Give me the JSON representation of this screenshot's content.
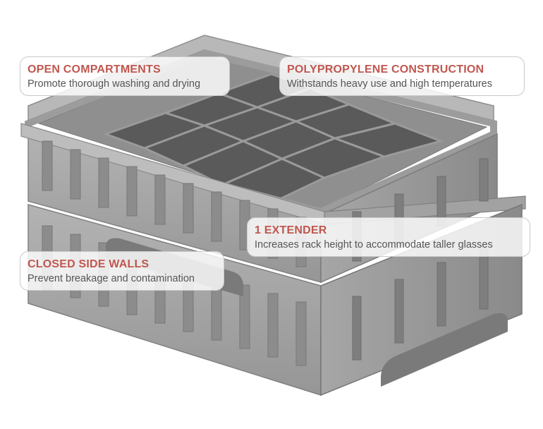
{
  "callouts": {
    "open_compartments": {
      "title": "OPEN COMPARTMENTS",
      "description": "Promote thorough washing and drying"
    },
    "polypropylene": {
      "title": "POLYPROPYLENE CONSTRUCTION",
      "description": "Withstands heavy use and high temperatures"
    },
    "extender": {
      "title": "1 EXTENDER",
      "description": "Increases rack height to accommodate taller glasses"
    },
    "closed_walls": {
      "title": "CLOSED SIDE WALLS",
      "description": "Prevent breakage and contamination"
    }
  },
  "colors": {
    "accent": "#c0574f",
    "text": "#555555",
    "rack_gray": "#a9a9a9"
  }
}
